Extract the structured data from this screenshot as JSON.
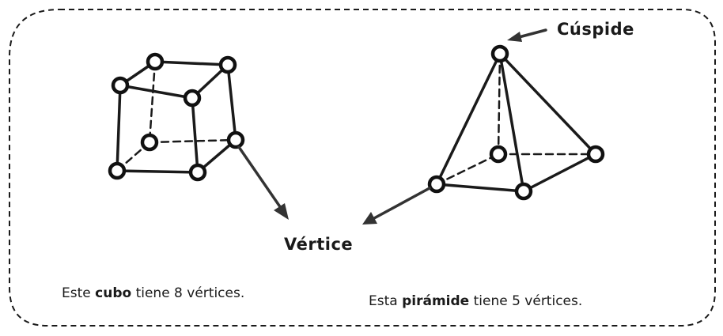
{
  "labels": {
    "cuspide": "Cúspide",
    "vertice": "Vértice"
  },
  "captions": {
    "cube": {
      "prefix": "Este ",
      "bold": "cubo",
      "suffix": " tiene 8 vértices."
    },
    "pyramid": {
      "prefix": "Esta ",
      "bold": "pirámide",
      "suffix": " tiene 5 vértices."
    }
  },
  "colors": {
    "ink": "#1a1a1a",
    "background": "#ffffff"
  }
}
